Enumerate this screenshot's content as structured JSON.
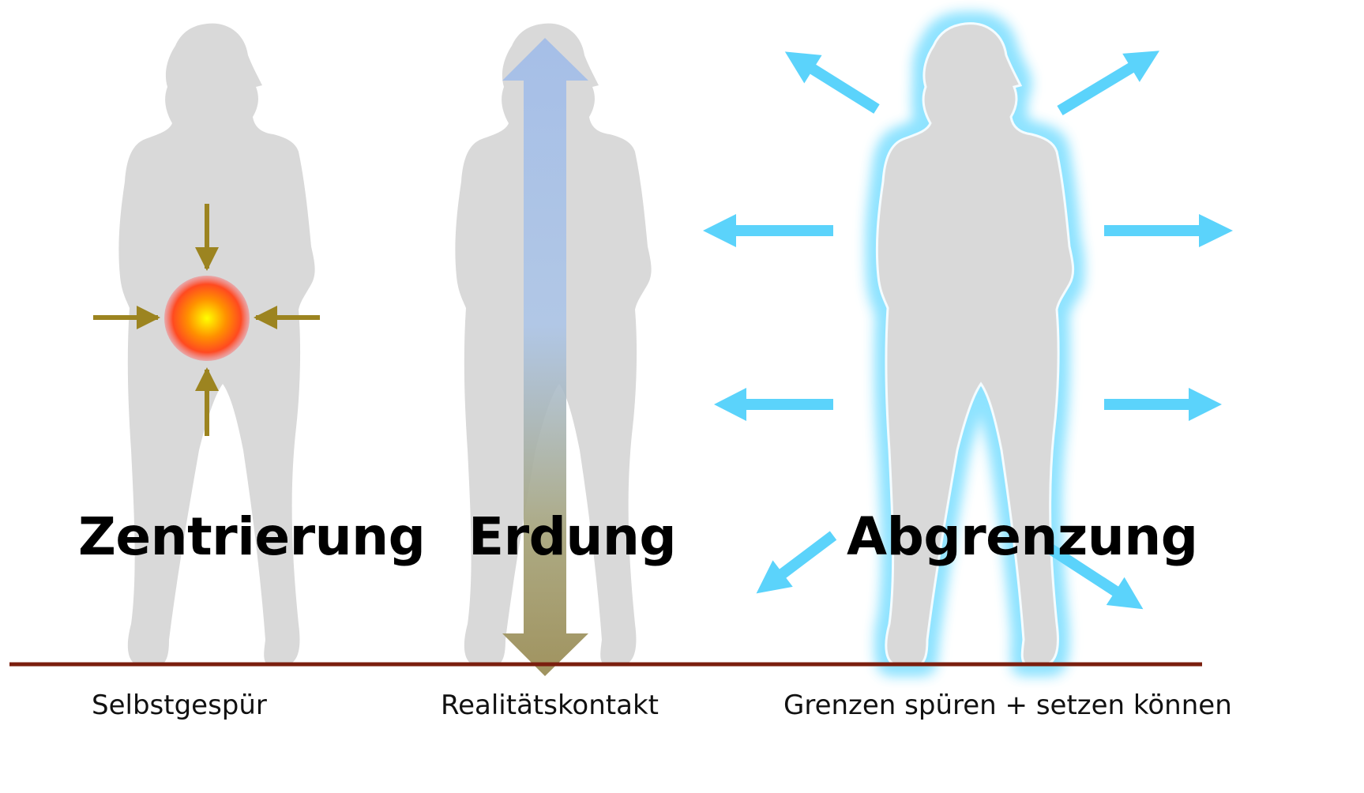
{
  "panels": [
    {
      "title": "Zentrierung",
      "caption": "Selbstgespür"
    },
    {
      "title": "Erdung",
      "caption": "Realitätskontakt"
    },
    {
      "title": "Abgrenzung",
      "caption": "Grenzen spüren + setzen können"
    }
  ],
  "colors": {
    "silhouette": "#d9d9d9",
    "ground_line": "#7a1e0e",
    "center_arrows": "#9c8420",
    "center_glow": [
      "#ffff00",
      "#ff8000",
      "#ff4030"
    ],
    "erdung_arrow_top": "#a3bde8",
    "erdung_arrow_bottom": "#a59a6c",
    "boundary_arrows": "#5bd3fb",
    "aura": "#8fe3ff"
  }
}
